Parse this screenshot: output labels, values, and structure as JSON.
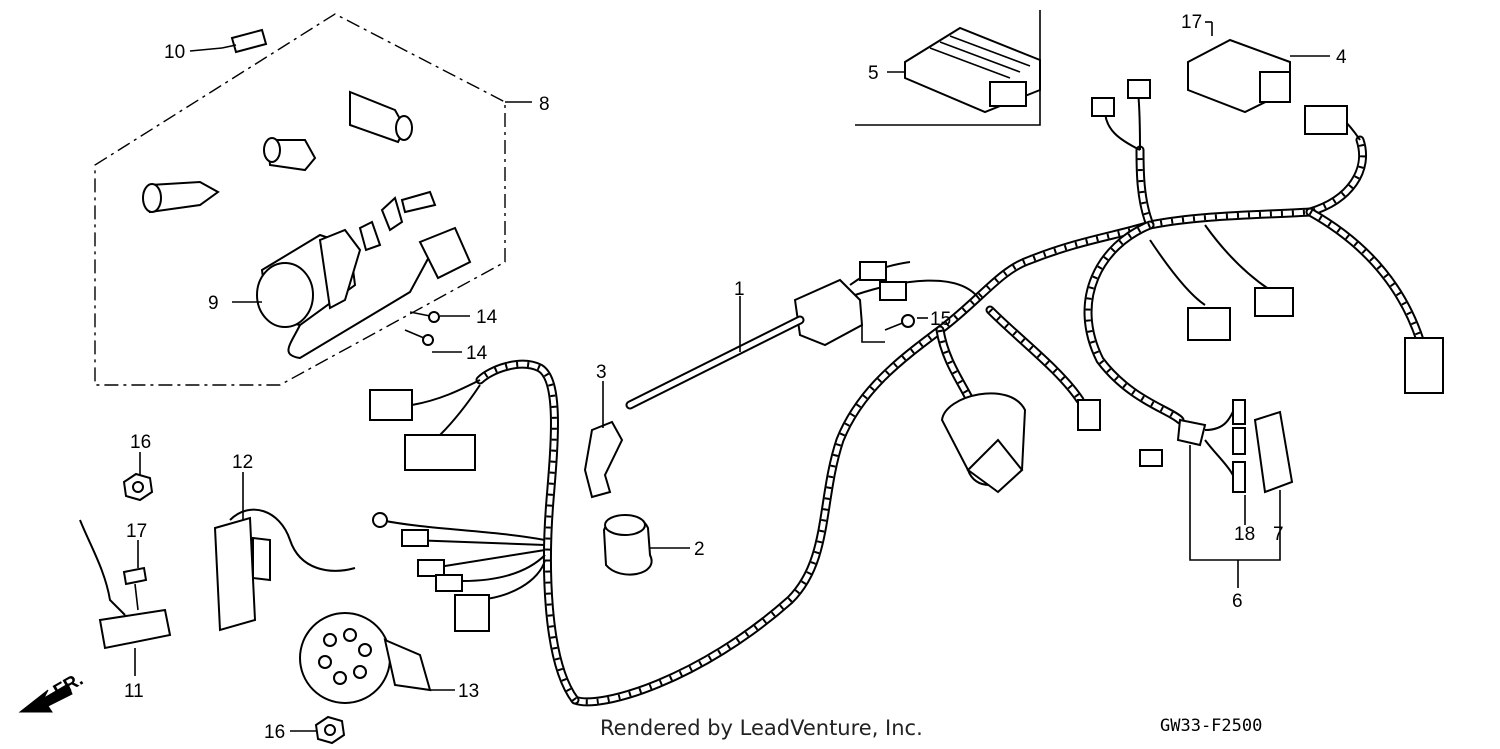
{
  "callouts": {
    "c1": "1",
    "c2": "2",
    "c3": "3",
    "c4": "4",
    "c5": "5",
    "c6": "6",
    "c7": "7",
    "c8": "8",
    "c9": "9",
    "c10": "10",
    "c11": "11",
    "c12": "12",
    "c13": "13",
    "c14a": "14",
    "c14b": "14",
    "c15": "15",
    "c16a": "16",
    "c16b": "16",
    "c17a": "17",
    "c17b": "17",
    "c18": "18"
  },
  "front_marker": "FR.",
  "footer": {
    "credit": "Rendered by LeadVenture, Inc.",
    "diagram_code": "GW33-F2500"
  }
}
